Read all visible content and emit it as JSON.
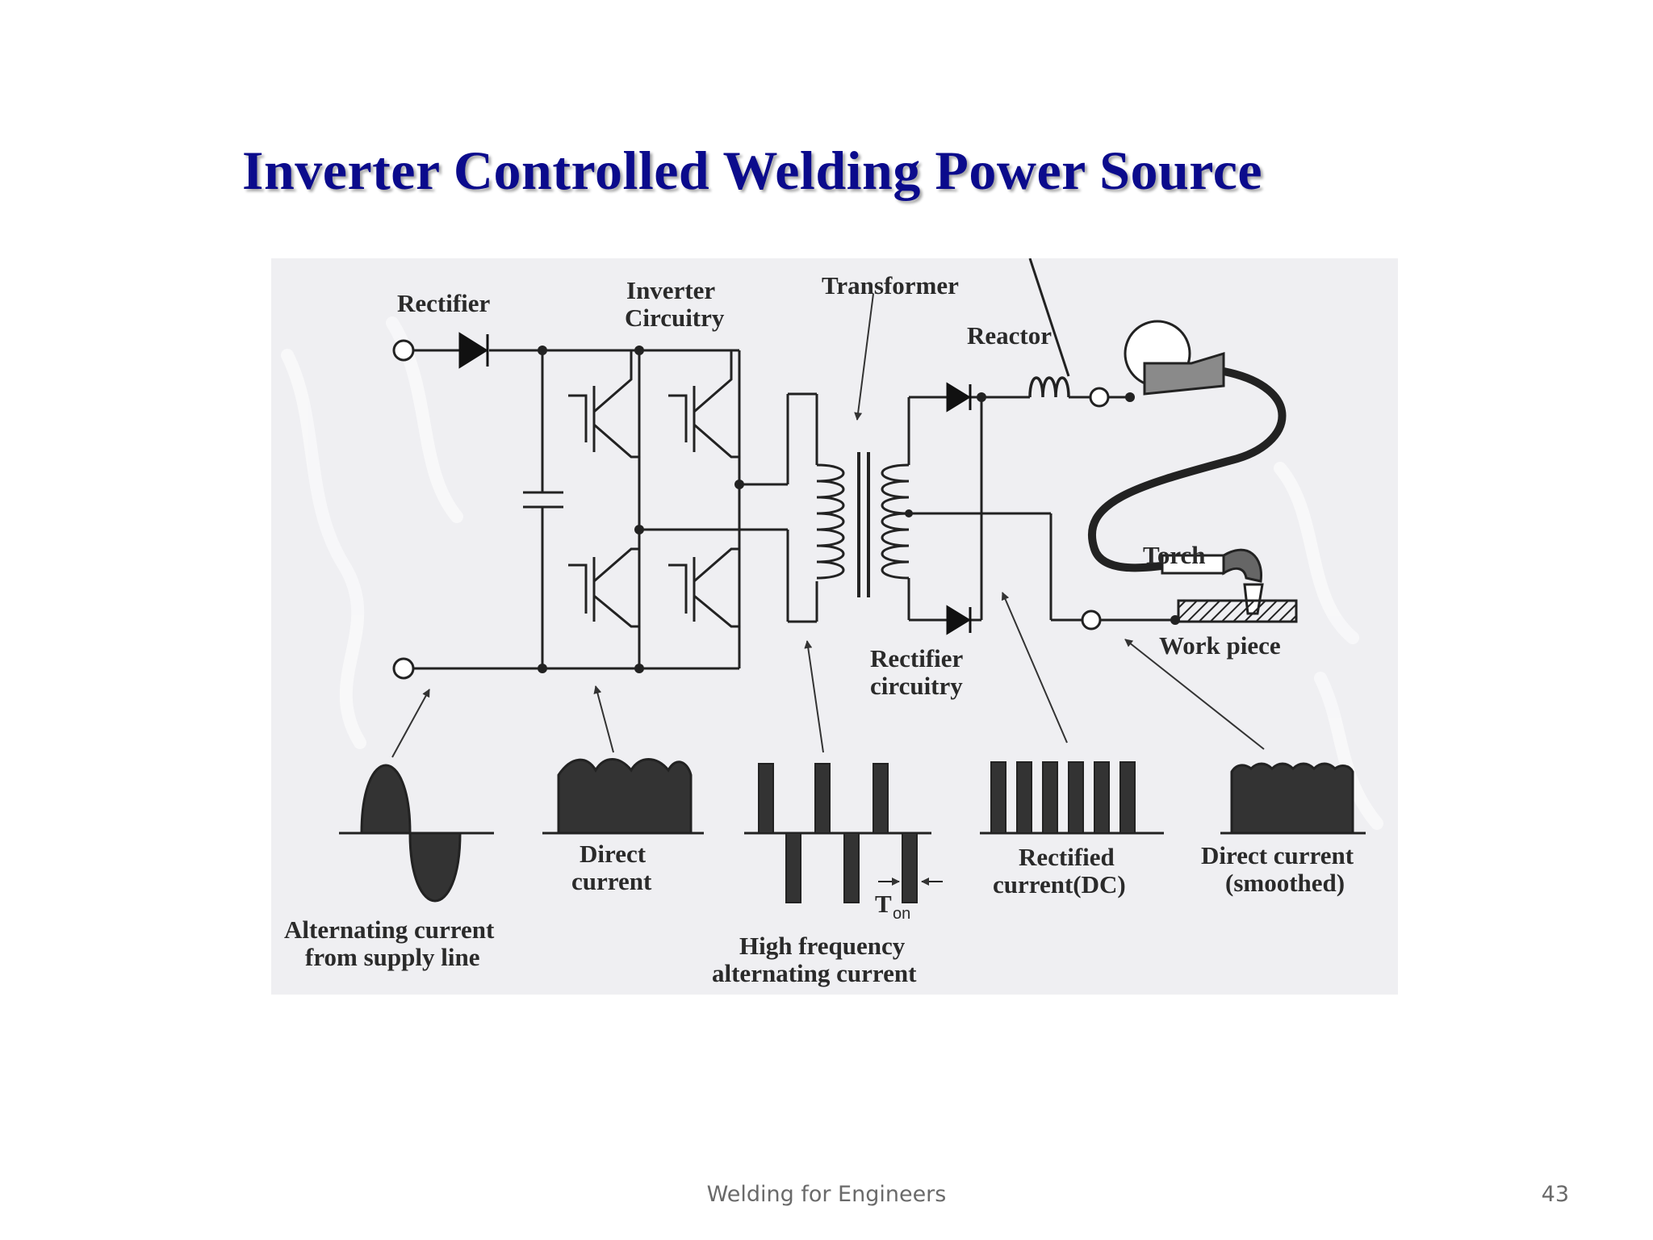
{
  "slide": {
    "title": "Inverter Controlled Welding Power Source",
    "footer": "Welding for Engineers",
    "page_number": "43"
  },
  "diagram": {
    "labels": {
      "rectifier": "Rectifier",
      "inverter_line1": "Inverter",
      "inverter_line2": "Circuitry",
      "transformer": "Transformer",
      "reactor": "Reactor",
      "torch": "Torch",
      "work_piece": "Work piece",
      "rectifier_circuitry_line1": "Rectifier",
      "rectifier_circuitry_line2": "circuitry",
      "ac_supply_line1": "Alternating current",
      "ac_supply_line2": "from supply line",
      "dc_line1": "Direct",
      "dc_line2": "current",
      "hf_ac_line1": "High frequency",
      "hf_ac_line2": "alternating current",
      "ton_main": "T",
      "ton_sub": "on",
      "rectified_line1": "Rectified",
      "rectified_line2": "current(DC)",
      "smoothed_line1": "Direct current",
      "smoothed_line2": "(smoothed)"
    }
  }
}
